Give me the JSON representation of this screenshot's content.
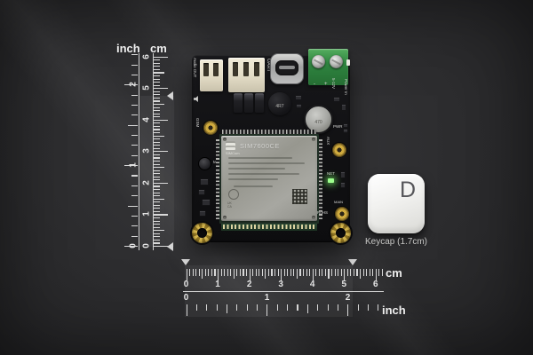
{
  "rulers": {
    "vertical": {
      "inch_label": "inch",
      "cm_label": "cm",
      "cm_numbers": [
        "0",
        "1",
        "2",
        "3",
        "4",
        "5",
        "6"
      ],
      "inch_numbers": [
        "0",
        "1",
        "2"
      ]
    },
    "horizontal": {
      "cm_label": "cm",
      "inch_label": "inch",
      "cm_numbers": [
        "0",
        "1",
        "2",
        "3",
        "4",
        "5",
        "6"
      ],
      "inch_numbers": [
        "0",
        "1",
        "2"
      ]
    }
  },
  "board": {
    "silkscreen": {
      "audio_out": "Audio OUT",
      "uart": "UART",
      "power_in": "Power In",
      "power_range": "5-12V",
      "minus": "-",
      "plus": "+",
      "gsm": "GSM",
      "aux": "AUX",
      "main": "MAIN",
      "mic": "MIC",
      "pwr": "PWR",
      "net": "NET",
      "rohs": "RoHS"
    },
    "markings": {
      "module_brand": "SIMCom",
      "module_model": "SIM7600CE",
      "ukca": "UK CA",
      "inductor": "4R7",
      "capacitor": "470"
    }
  },
  "keycap": {
    "letter": "D",
    "caption": "Keycap (1.7cm)"
  }
}
